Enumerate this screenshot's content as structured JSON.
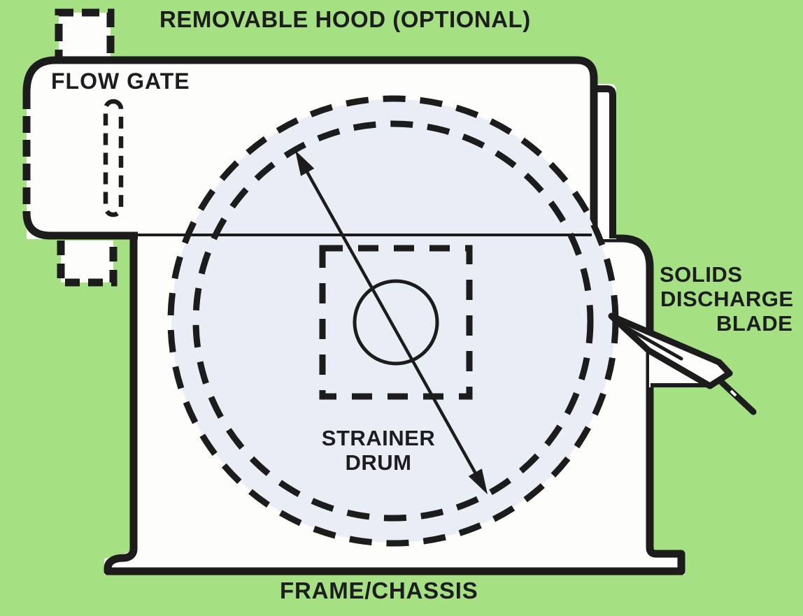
{
  "figure": {
    "title": "Rotary drum strainer side-view diagram",
    "type": "technical-line-diagram"
  },
  "colors": {
    "background": "#a5e083",
    "line": "#1c1c1c",
    "white": "#fdfdfb",
    "tint": "#e9edf5",
    "text": "#1d1d20"
  },
  "labels": {
    "removable_hood": "REMOVABLE HOOD (OPTIONAL)",
    "flow_gate": "FLOW GATE",
    "solids_discharge_blade": {
      "lines": [
        "SOLIDS",
        "DISCHARGE",
        "BLADE"
      ]
    },
    "strainer_drum": {
      "lines": [
        "STRAINER",
        "DRUM"
      ]
    },
    "frame_chassis": "FRAME/CHASSIS"
  }
}
